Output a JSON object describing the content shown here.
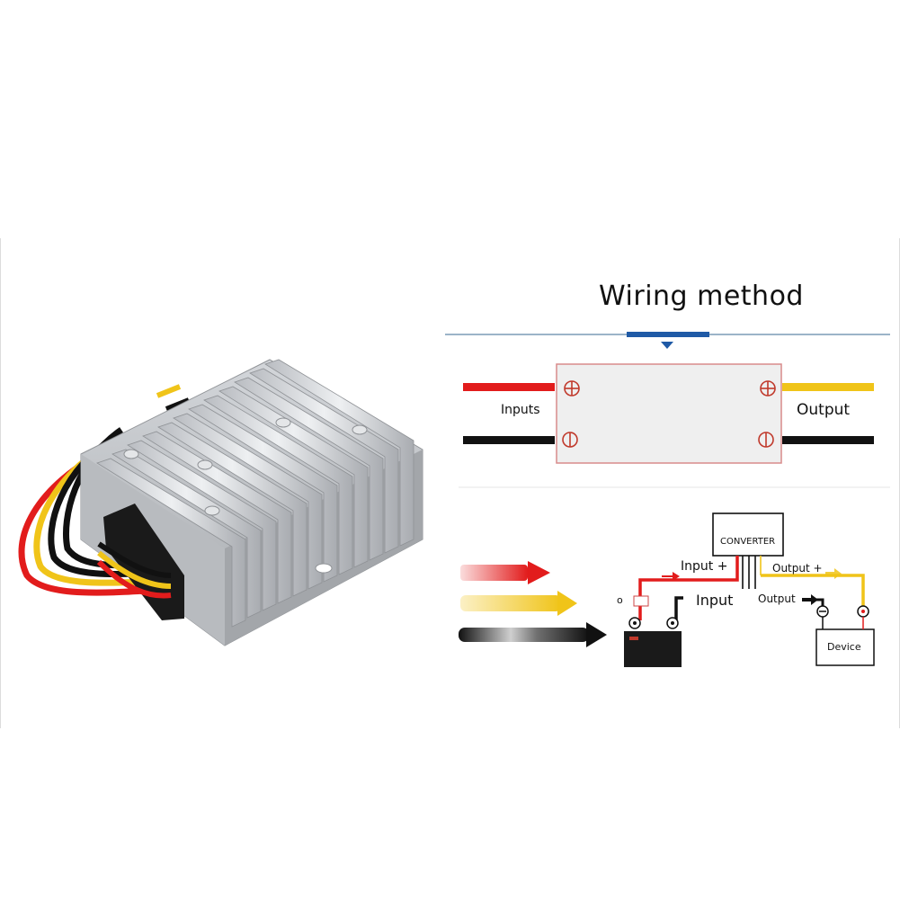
{
  "diagram": {
    "title": "Wiring method",
    "upper": {
      "inputs_label": "Inputs",
      "output_label": "Output"
    },
    "lower": {
      "converter_label": "CONVERTER",
      "input_plus_label": "Input +",
      "input_label": "Input",
      "output_plus_label": "Output +",
      "output_label": "Output",
      "device_label": "Device",
      "small_label": "o"
    }
  },
  "colors": {
    "red_wire": "#e21c1c",
    "yellow_wire": "#f0c419",
    "black_wire": "#111111",
    "accent_blue": "#1f5aa6",
    "box_border": "#d98b8b",
    "box_fill": "#efefef",
    "aluminium": "#c9ccd0"
  }
}
